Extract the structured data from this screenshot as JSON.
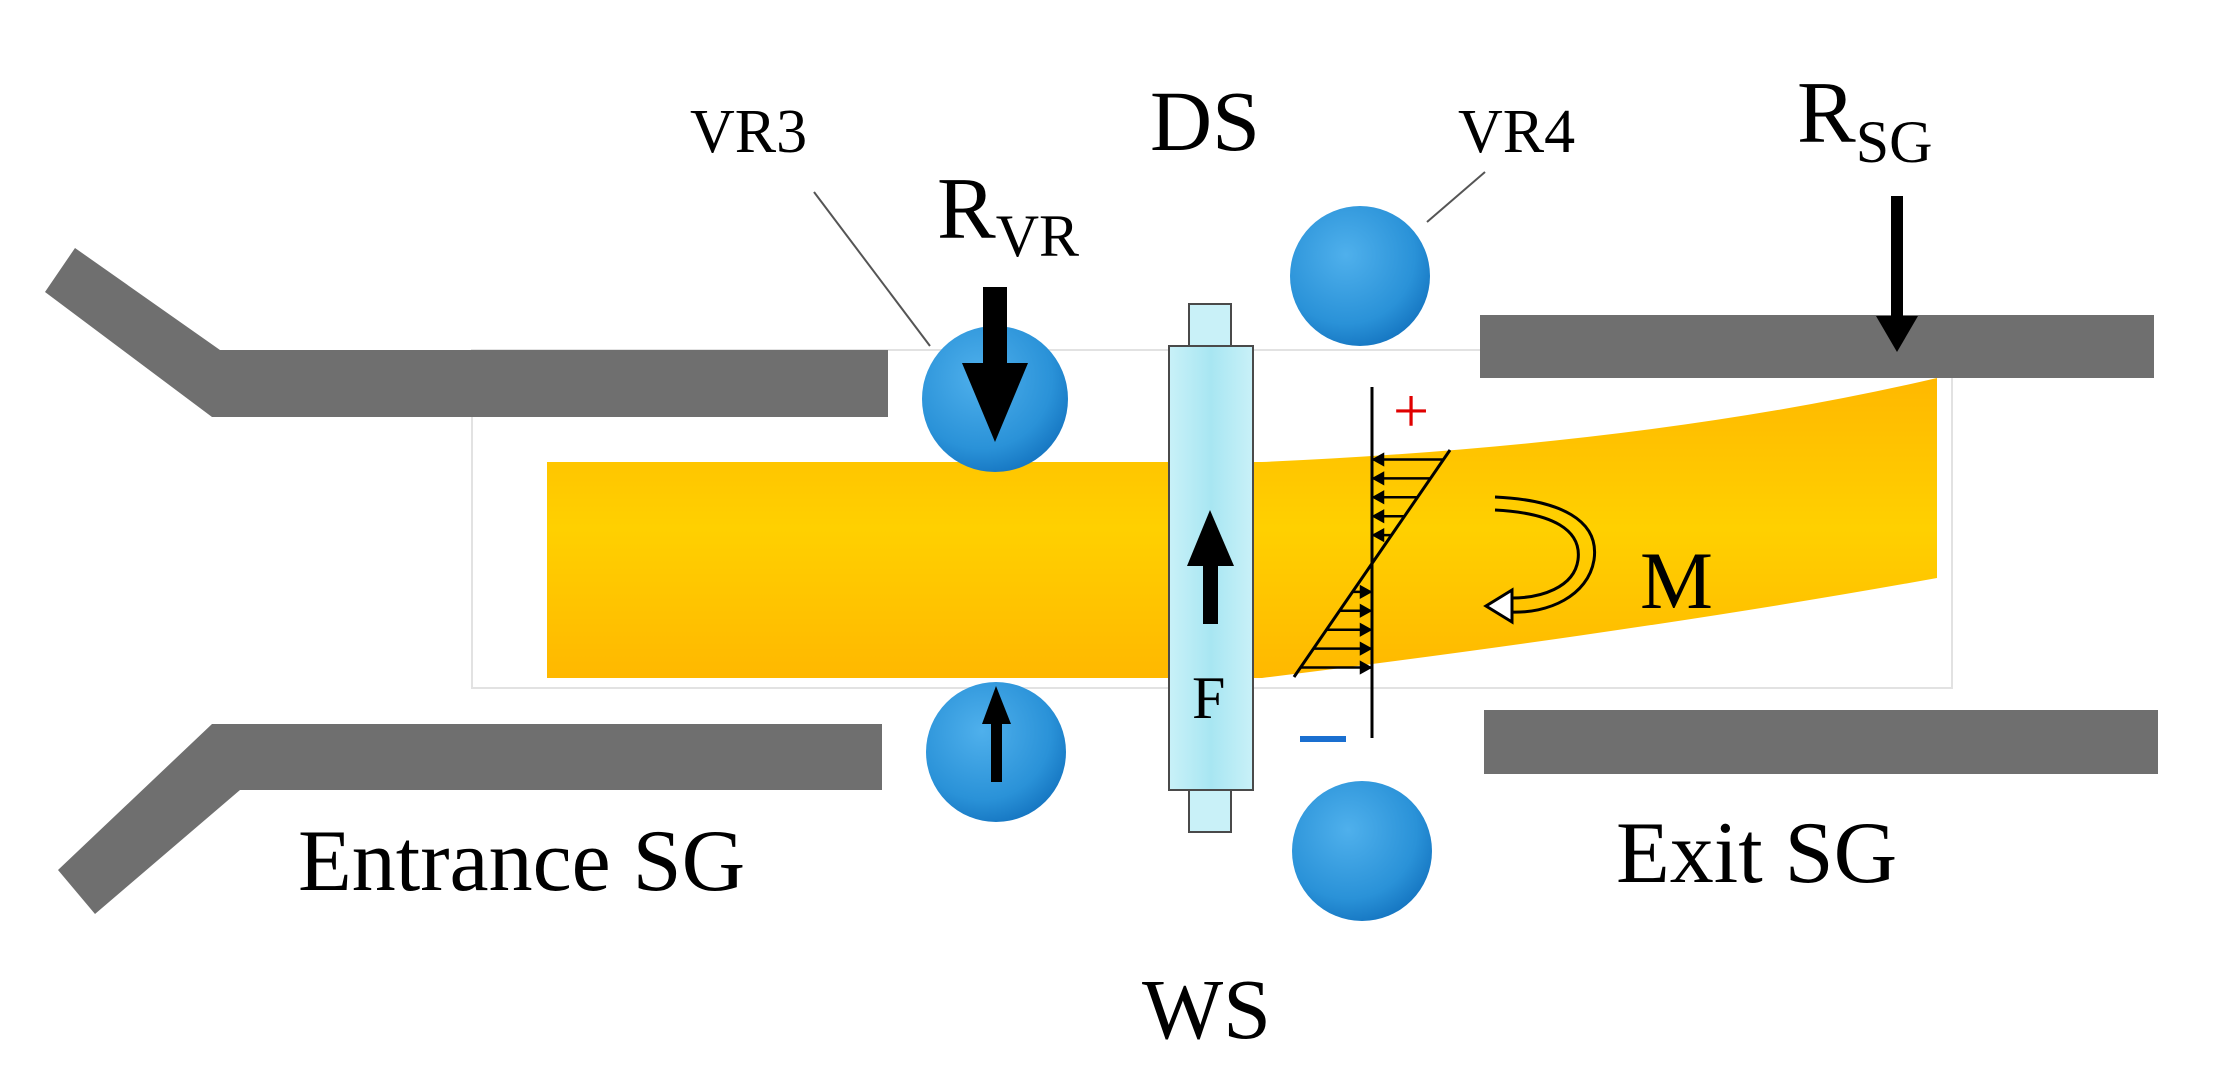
{
  "labels": {
    "vr3": "VR3",
    "vr4": "VR4",
    "ds": "DS",
    "ws": "WS",
    "r_vr_main": "R",
    "r_vr_sub": "VR",
    "r_sg_main": "R",
    "r_sg_sub": "SG",
    "force": "F",
    "moment": "M",
    "plus": "+",
    "minus": "−",
    "entrance": "Entrance SG",
    "exit": "Exit SG"
  },
  "colors": {
    "strip": "#ffc400",
    "guide": "#6f6f6f",
    "roller": "#2a92d8",
    "edger": "#b6eaf4",
    "plus": "#e00000",
    "minus": "#1a6fd0",
    "arrow": "#000000"
  },
  "icons": {
    "force_arrow": "arrow-up",
    "reaction_arrow": "arrow-down",
    "moment": "curved-arrow"
  }
}
